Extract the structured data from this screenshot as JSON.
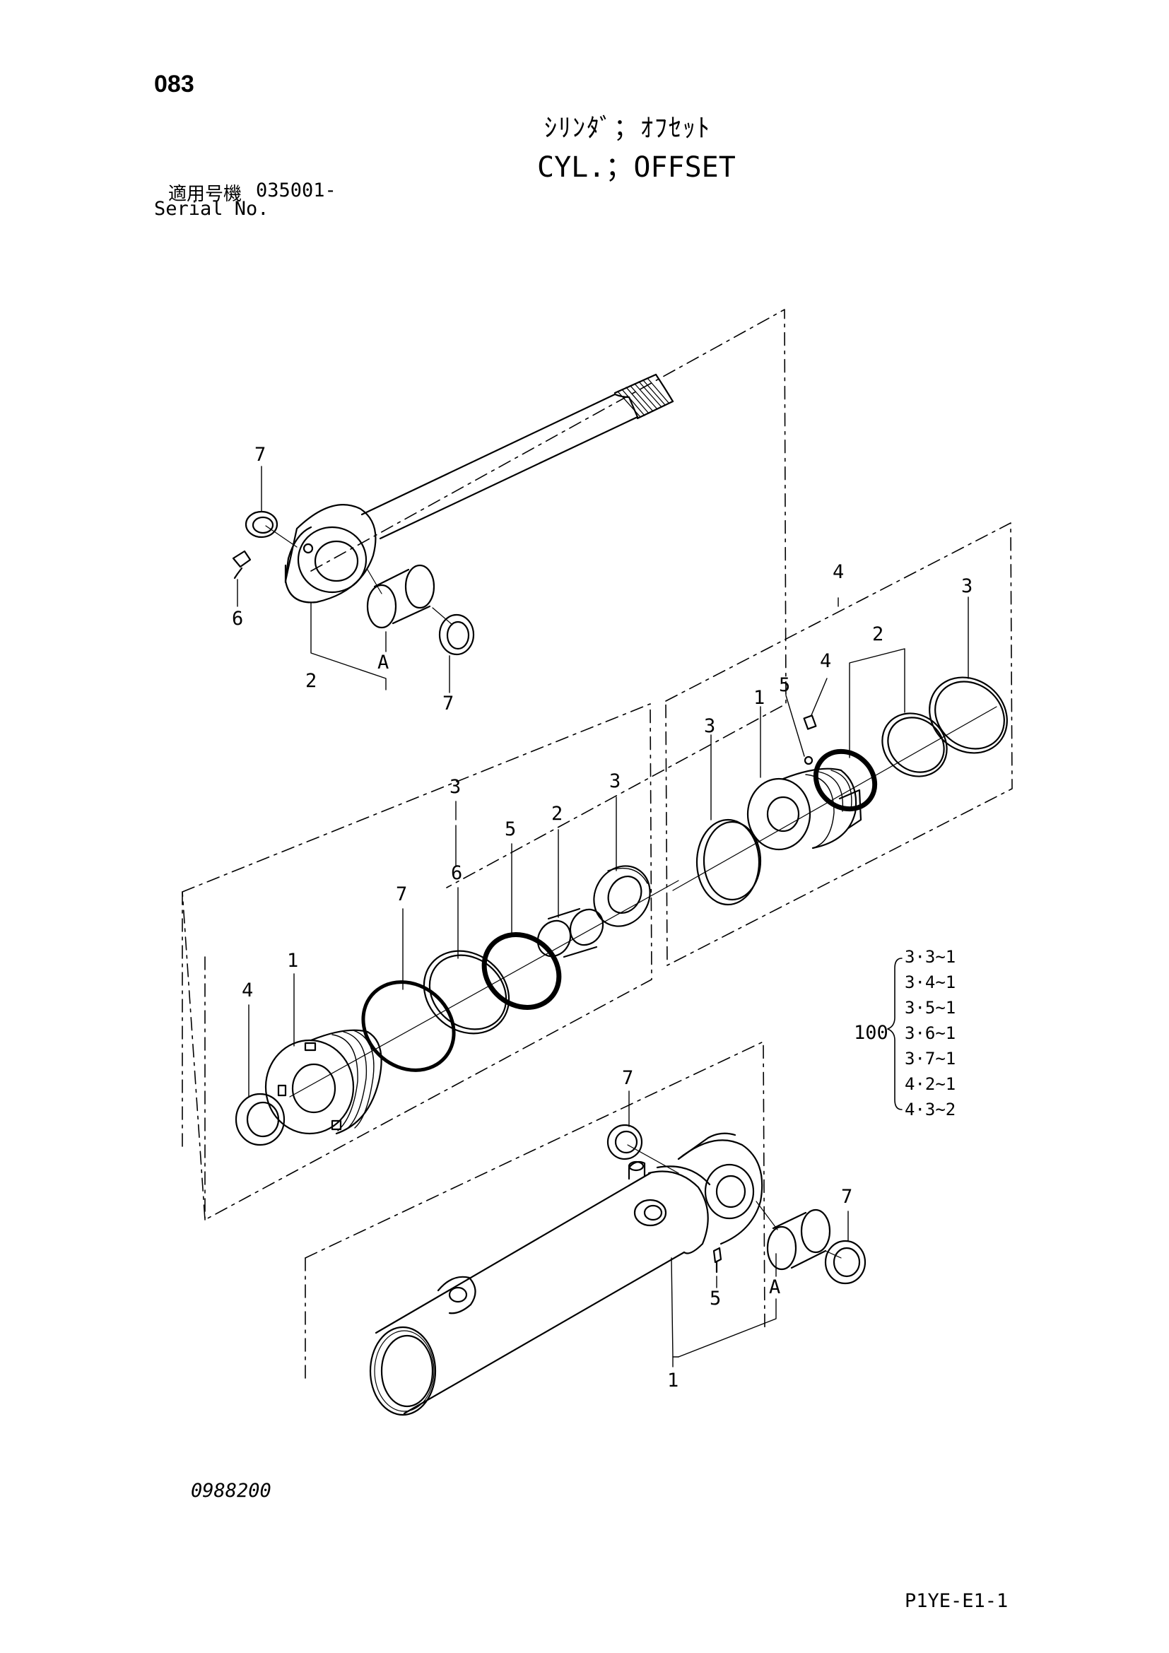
{
  "page_number": "083",
  "title_jp": "ｼﾘﾝﾀﾞ；ｵﾌｾｯﾄ",
  "title_en": "CYL.；OFFSET",
  "serial": {
    "label_jp": "適用号機",
    "value": "035001-",
    "label_en": "Serial No."
  },
  "callouts": {
    "rod_seal_top": "7",
    "rod_grease": "6",
    "rod_assy": "2",
    "rod_bush": "A",
    "rod_seal_bottom": "7",
    "piston_group": "4",
    "piston_ring_right": "3",
    "piston_wear_ring": "2",
    "piston_setscrew": "4",
    "piston_ball": "5",
    "piston_body": "1",
    "piston_ring_left": "3",
    "gland_group": "3",
    "gland_backup": "3",
    "gland_bush": "2",
    "gland_oring_outer": "5",
    "gland_ring_6": "6",
    "gland_oring_7": "7",
    "gland_body": "1",
    "gland_seal": "4",
    "tube_seal_top": "7",
    "tube_seal_right": "7",
    "tube_grease": "5",
    "tube_bush": "A",
    "tube_assy": "1"
  },
  "kit": {
    "number": "100",
    "items": [
      "3·3~1",
      "3·4~1",
      "3·5~1",
      "3·6~1",
      "3·7~1",
      "4·2~1",
      "4·3~2"
    ]
  },
  "ref_code": "0988200",
  "page_code": "P1YE-E1-1"
}
